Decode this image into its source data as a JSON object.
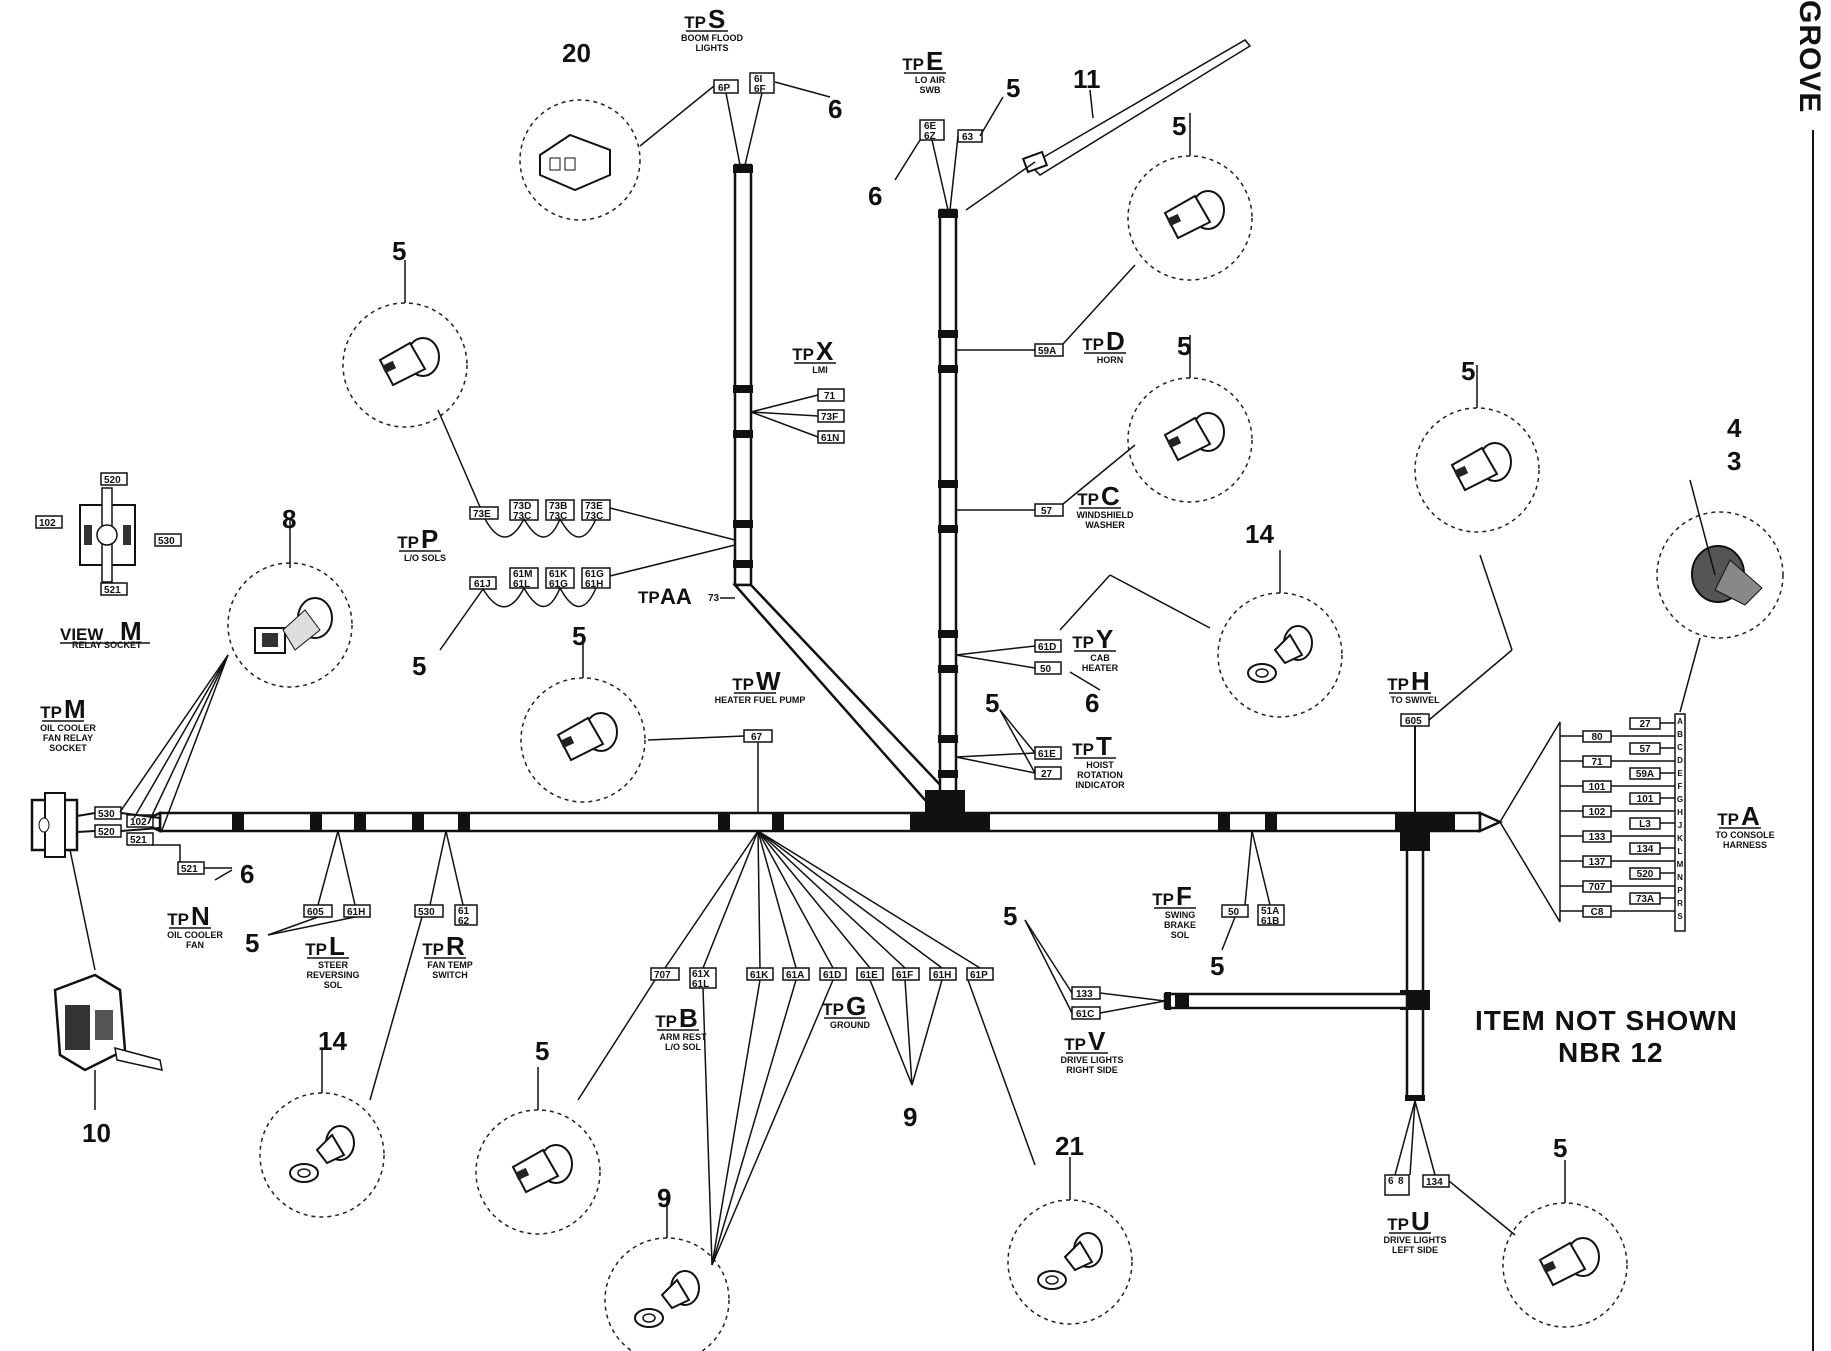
{
  "brand": "GROVE",
  "note": {
    "line1": "ITEM NOT SHOWN",
    "line2": "NBR 12"
  },
  "callouts": [
    "20",
    "6",
    "6",
    "5",
    "11",
    "5",
    "5",
    "5",
    "5",
    "8",
    "14",
    "5",
    "5",
    "4",
    "3",
    "6",
    "5",
    "5",
    "6",
    "5",
    "5",
    "5",
    "14",
    "5",
    "9",
    "9",
    "21",
    "5",
    "10"
  ],
  "test_points": {
    "S": {
      "prefix": "TP",
      "letter": "S",
      "desc1": "BOOM FLOOD",
      "desc2": "LIGHTS"
    },
    "E": {
      "prefix": "TP",
      "letter": "E",
      "desc1": "LO AIR",
      "desc2": "SWB"
    },
    "X": {
      "prefix": "TP",
      "letter": "X",
      "desc1": "LMI",
      "desc2": ""
    },
    "D": {
      "prefix": "TP",
      "letter": "D",
      "desc1": "HORN",
      "desc2": ""
    },
    "C": {
      "prefix": "TP",
      "letter": "C",
      "desc1": "WINDSHIELD",
      "desc2": "WASHER"
    },
    "P": {
      "prefix": "TP",
      "letter": "P",
      "desc1": "L/O SOLS",
      "desc2": ""
    },
    "AA": {
      "prefix": "TP",
      "letter": "AA",
      "desc1": "73",
      "desc2": ""
    },
    "Y": {
      "prefix": "TP",
      "letter": "Y",
      "desc1": "CAB",
      "desc2": "HEATER"
    },
    "W": {
      "prefix": "TP",
      "letter": "W",
      "desc1": "HEATER FUEL PUMP",
      "desc2": ""
    },
    "T": {
      "prefix": "TP",
      "letter": "T",
      "desc1": "HOIST",
      "desc2": "ROTATION",
      "desc3": "INDICATOR"
    },
    "H": {
      "prefix": "TP",
      "letter": "H",
      "desc1": "TO SWIVEL",
      "desc2": ""
    },
    "A": {
      "prefix": "TP",
      "letter": "A",
      "desc1": "TO CONSOLE",
      "desc2": "HARNESS"
    },
    "M": {
      "prefix": "TP",
      "letter": "M",
      "desc1": "OIL COOLER",
      "desc2": "FAN RELAY",
      "desc3": "SOCKET"
    },
    "N": {
      "prefix": "TP",
      "letter": "N",
      "desc1": "OIL COOLER",
      "desc2": "FAN"
    },
    "L": {
      "prefix": "TP",
      "letter": "L",
      "desc1": "STEER",
      "desc2": "REVERSING",
      "desc3": "SOL"
    },
    "R": {
      "prefix": "TP",
      "letter": "R",
      "desc1": "FAN TEMP",
      "desc2": "SWITCH"
    },
    "F": {
      "prefix": "TP",
      "letter": "F",
      "desc1": "SWING",
      "desc2": "BRAKE",
      "desc3": "SOL"
    },
    "B": {
      "prefix": "TP",
      "letter": "B",
      "desc1": "ARM REST",
      "desc2": "L/O SOL"
    },
    "G": {
      "prefix": "TP",
      "letter": "G",
      "desc1": "GROUND",
      "desc2": ""
    },
    "V": {
      "prefix": "TP",
      "letter": "V",
      "desc1": "DRIVE LIGHTS",
      "desc2": "RIGHT SIDE"
    },
    "U": {
      "prefix": "TP",
      "letter": "U",
      "desc1": "DRIVE LIGHTS",
      "desc2": "LEFT SIDE"
    }
  },
  "view_m": {
    "prefix": "VIEW",
    "letter": "M",
    "desc": "RELAY SOCKET",
    "wires": [
      "520",
      "102",
      "530",
      "521"
    ]
  },
  "wire_tags": {
    "s": [
      "6P",
      "6I",
      "6F"
    ],
    "e": [
      "6E",
      "6Z",
      "63"
    ],
    "x": [
      "71",
      "73F",
      "61N"
    ],
    "d": [
      "59A"
    ],
    "c": [
      "57"
    ],
    "p": [
      "73E",
      "73D",
      "73C",
      "73B",
      "73C",
      "61J",
      "61M",
      "61L",
      "61K",
      "61G",
      "61H"
    ],
    "y": [
      "61D",
      "50"
    ],
    "w": [
      "67"
    ],
    "t": [
      "61E",
      "27"
    ],
    "h": [
      "605"
    ],
    "m": [
      "530",
      "520",
      "102",
      "521"
    ],
    "n": [
      "521"
    ],
    "l": [
      "605",
      "61H"
    ],
    "r": [
      "530",
      "61",
      "62"
    ],
    "f": [
      "50",
      "51A",
      "61B"
    ],
    "bottom": [
      "707",
      "61X",
      "61L",
      "61K",
      "61A",
      "61D",
      "61E",
      "61F",
      "61H",
      "61P"
    ],
    "v": [
      "133",
      "61C"
    ],
    "u": [
      "6",
      "8",
      "134"
    ]
  },
  "console_connector": {
    "left_wires": [
      "80",
      "71",
      "101",
      "102",
      "133",
      "137",
      "707",
      "C8"
    ],
    "right_wires": [
      "27",
      "57",
      "59A",
      "101",
      "L3",
      "134",
      "520",
      "73A"
    ],
    "pins": [
      "A",
      "B",
      "C",
      "D",
      "E",
      "F",
      "G",
      "H",
      "J",
      "K",
      "L",
      "M",
      "N",
      "P",
      "R",
      "S"
    ]
  }
}
